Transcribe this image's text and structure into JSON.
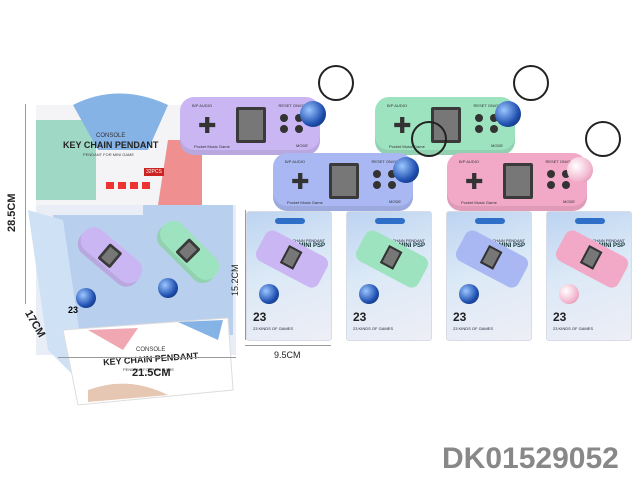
{
  "display_box": {
    "header_small": "CONSOLE",
    "title": "KEY CHAIN PENDANT",
    "subtitle": "PENDANT FOR MINI GAME",
    "count_badge": "32PCS",
    "front_small": "CONSOLE",
    "front_title": "KEY CHAIN PENDANT",
    "front_subtitle": "PENDANT FOR MINI GAME",
    "card_number": "23"
  },
  "dimensions": {
    "box_height": "28.5CM",
    "box_depth": "17CM",
    "box_width": "21.5CM",
    "card_height": "15.2CM",
    "card_width": "9.5CM"
  },
  "consoles": [
    {
      "color": "#c9b6f2",
      "ball": "blue",
      "top_text": "B/P AUDIO",
      "bottom_text": "Pocket Music Game",
      "side_text": "RESET ON/OFF",
      "side_bottom": "MODE"
    },
    {
      "color": "#9ee3c0",
      "ball": "blue",
      "top_text": "B/P AUDIO",
      "bottom_text": "Pocket Music Game",
      "side_text": "RESET ON/OFF",
      "side_bottom": "MODE"
    },
    {
      "color": "#a9b8f2",
      "ball": "blue",
      "top_text": "B/P AUDIO",
      "bottom_text": "Pocket Music Game",
      "side_text": "RESET ON/OFF",
      "side_bottom": "MODE"
    },
    {
      "color": "#f2a9c8",
      "ball": "pink",
      "top_text": "B/P AUDIO",
      "bottom_text": "Pocket Music Game",
      "side_text": "RESET ON/OFF",
      "side_bottom": "MODE"
    }
  ],
  "cards": [
    {
      "color": "#c9b6f2",
      "header": "GAME KEY CHAIN PENDANT",
      "title": "MINI PSP",
      "number": "23",
      "caption": "23 KINDS OF GAMES"
    },
    {
      "color": "#9ee3c0",
      "header": "GAME KEY CHAIN PENDANT",
      "title": "MINI PSP",
      "number": "23",
      "caption": "23 KINDS OF GAMES"
    },
    {
      "color": "#a9b8f2",
      "header": "GAME KEY CHAIN PENDANT",
      "title": "MINI PSP",
      "number": "23",
      "caption": "23 KINDS OF GAMES"
    },
    {
      "color": "#f2a9c8",
      "header": "GAME KEY CHAIN PENDANT",
      "title": "MINI PSP",
      "number": "23",
      "caption": "23 KINDS OF GAMES"
    }
  ],
  "product_code": "DK01529052"
}
